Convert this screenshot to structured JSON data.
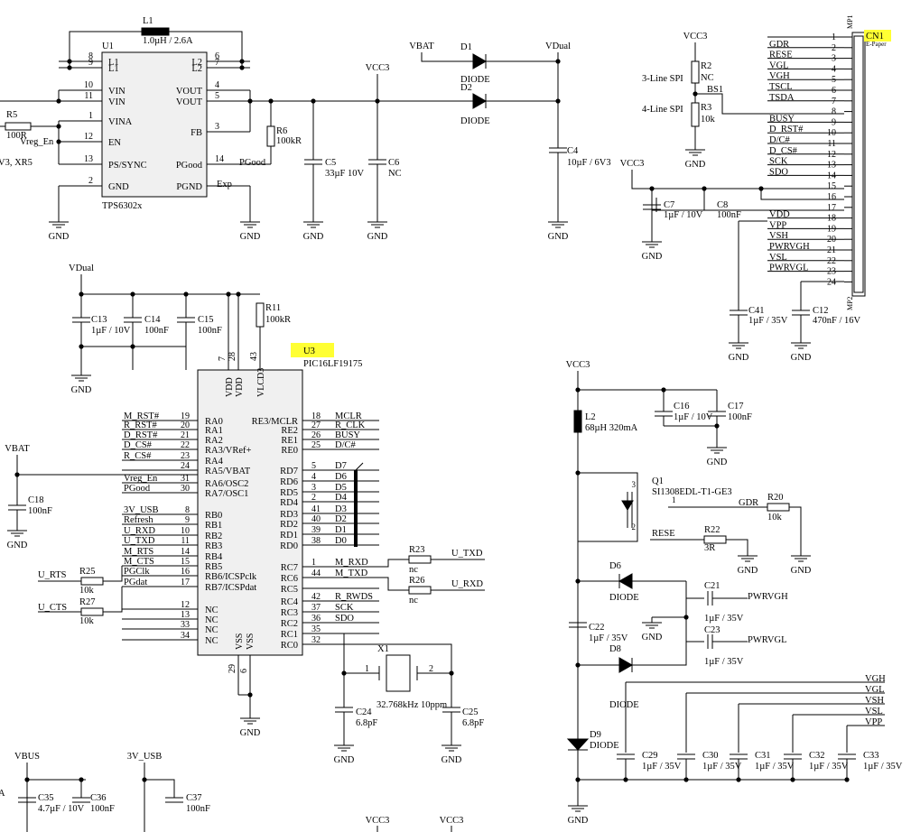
{
  "colors": {
    "highlight": "#ffff33",
    "chip_fill": "#f0f0f0",
    "wire": "#000000"
  },
  "u1": {
    "ref": "U1",
    "part": "TPS6302x",
    "inductor": "L1",
    "inductor_value": "1.0µH / 2.6A",
    "pins_left": [
      {
        "num": "8",
        "name": "L1"
      },
      {
        "num": "9",
        "name": "L1"
      },
      {
        "num": "10",
        "name": "VIN"
      },
      {
        "num": "11",
        "name": "VIN"
      },
      {
        "num": "1",
        "name": "VINA"
      },
      {
        "num": "12",
        "name": "EN"
      },
      {
        "num": "13",
        "name": "PS/SYNC"
      },
      {
        "num": "2",
        "name": "GND"
      }
    ],
    "pins_right": [
      {
        "num": "6",
        "name": "L2"
      },
      {
        "num": "7",
        "name": "L2"
      },
      {
        "num": "4",
        "name": "VOUT"
      },
      {
        "num": "5",
        "name": "VOUT"
      },
      {
        "num": "3",
        "name": "FB"
      },
      {
        "num": "14",
        "name": "PGood"
      },
      {
        "num": "",
        "name": "PGND"
      }
    ],
    "exp_label": "Exp",
    "pgood_net": "PGood",
    "vreg_en_net": "Vreg_En",
    "edge_text": "V3, XR5"
  },
  "power": {
    "r5": {
      "ref": "R5",
      "value": "100R"
    },
    "r6": {
      "ref": "R6",
      "value": "100kR"
    },
    "c5": {
      "ref": "C5",
      "value": "33µF 10V"
    },
    "c6": {
      "ref": "C6",
      "value": "NC"
    },
    "d1": {
      "ref": "D1",
      "value": "DIODE"
    },
    "d2": {
      "ref": "D2",
      "value": "DIODE"
    },
    "c4": {
      "ref": "C4",
      "value": "10µF / 6V3"
    },
    "vbat": "VBAT",
    "vcc3": "VCC3",
    "vdual": "VDual",
    "gnd": "GND"
  },
  "spi": {
    "vcc3": "VCC3",
    "r2": {
      "ref": "R2",
      "value": "NC"
    },
    "r3": {
      "ref": "R3",
      "value": "10k"
    },
    "bs1": "BS1",
    "label3": "3-Line SPI",
    "label4": "4-Line SPI",
    "gnd": "GND"
  },
  "cn1": {
    "ref": "CN1",
    "type": "E-Paper",
    "mp1": "MP1",
    "mp2": "MP2",
    "pins": [
      {
        "num": "1",
        "net": ""
      },
      {
        "num": "2",
        "net": "GDR"
      },
      {
        "num": "3",
        "net": "RESE"
      },
      {
        "num": "4",
        "net": "VGL"
      },
      {
        "num": "5",
        "net": "VGH"
      },
      {
        "num": "6",
        "net": "TSCL"
      },
      {
        "num": "7",
        "net": "TSDA"
      },
      {
        "num": "8",
        "net": ""
      },
      {
        "num": "9",
        "net": "BUSY"
      },
      {
        "num": "10",
        "net": "D_RST#"
      },
      {
        "num": "11",
        "net": "D/C#"
      },
      {
        "num": "12",
        "net": "D_CS#"
      },
      {
        "num": "13",
        "net": "SCK"
      },
      {
        "num": "14",
        "net": "SDO"
      },
      {
        "num": "15",
        "net": ""
      },
      {
        "num": "16",
        "net": ""
      },
      {
        "num": "17",
        "net": ""
      },
      {
        "num": "18",
        "net": "VDD"
      },
      {
        "num": "19",
        "net": "VPP"
      },
      {
        "num": "20",
        "net": "VSH"
      },
      {
        "num": "21",
        "net": "PWRVGH"
      },
      {
        "num": "22",
        "net": "VSL"
      },
      {
        "num": "23",
        "net": "PWRVGL"
      },
      {
        "num": "24",
        "net": ""
      }
    ],
    "vcc3": "VCC3",
    "c7": {
      "ref": "C7",
      "value": "1µF / 10V"
    },
    "c8": {
      "ref": "C8",
      "value": "100nF"
    },
    "c41": {
      "ref": "C41",
      "value": "1µF / 35V"
    },
    "c12": {
      "ref": "C12",
      "value": "470nF / 16V"
    }
  },
  "u3": {
    "ref": "U3",
    "part": "PIC16LF19175",
    "vdual": "VDual",
    "c13": {
      "ref": "C13",
      "value": "1µF / 10V"
    },
    "c14": {
      "ref": "C14",
      "value": "100nF"
    },
    "c15": {
      "ref": "C15",
      "value": "100nF"
    },
    "r11": {
      "ref": "R11",
      "value": "100kR"
    },
    "top_pins": [
      {
        "num": "7",
        "name": "VDD"
      },
      {
        "num": "28",
        "name": "VDD"
      },
      {
        "num": "43",
        "name": "VLCD3"
      }
    ],
    "left_pins": [
      {
        "net": "M_RST#",
        "num": "19",
        "name": "RA0"
      },
      {
        "net": "R_RST#",
        "num": "20",
        "name": "RA1"
      },
      {
        "net": "D_RST#",
        "num": "21",
        "name": "RA2"
      },
      {
        "net": "D_CS#",
        "num": "22",
        "name": "RA3/VRef+"
      },
      {
        "net": "R_CS#",
        "num": "23",
        "name": "RA4"
      },
      {
        "net": "",
        "num": "24",
        "name": "RA5/VBAT"
      },
      {
        "net": "Vreg_En",
        "num": "31",
        "name": "RA6/OSC2"
      },
      {
        "net": "PGood",
        "num": "30",
        "name": "RA7/OSC1"
      },
      {
        "net": "3V_USB",
        "num": "8",
        "name": "RB0"
      },
      {
        "net": "Refresh",
        "num": "9",
        "name": "RB1"
      },
      {
        "net": "U_RXD",
        "num": "10",
        "name": "RB2"
      },
      {
        "net": "U_TXD",
        "num": "11",
        "name": "RB3"
      },
      {
        "net": "M_RTS",
        "num": "14",
        "name": "RB4"
      },
      {
        "net": "M_CTS",
        "num": "15",
        "name": "RB5"
      },
      {
        "net": "PGClk",
        "num": "16",
        "name": "RB6/ICSPclk"
      },
      {
        "net": "PGdat",
        "num": "17",
        "name": "RB7/ICSPdat"
      },
      {
        "net": "",
        "num": "12",
        "name": "NC"
      },
      {
        "net": "",
        "num": "13",
        "name": "NC"
      },
      {
        "net": "",
        "num": "33",
        "name": "NC"
      },
      {
        "net": "",
        "num": "34",
        "name": "NC"
      }
    ],
    "right_pins": [
      {
        "name": "RE3/MCLR",
        "num": "18",
        "net": "MCLR"
      },
      {
        "name": "RE2",
        "num": "27",
        "net": "R_CLK"
      },
      {
        "name": "RE1",
        "num": "26",
        "net": "BUSY"
      },
      {
        "name": "RE0",
        "num": "25",
        "net": "D/C#"
      },
      {
        "name": "RD7",
        "num": "5",
        "net": "D7"
      },
      {
        "name": "RD6",
        "num": "4",
        "net": "D6"
      },
      {
        "name": "RD5",
        "num": "3",
        "net": "D5"
      },
      {
        "name": "RD4",
        "num": "2",
        "net": "D4"
      },
      {
        "name": "RD3",
        "num": "41",
        "net": "D3"
      },
      {
        "name": "RD2",
        "num": "40",
        "net": "D2"
      },
      {
        "name": "RD1",
        "num": "39",
        "net": "D1"
      },
      {
        "name": "RD0",
        "num": "38",
        "net": "D0"
      },
      {
        "name": "RC7",
        "num": "1",
        "net": "M_RXD"
      },
      {
        "name": "RC6",
        "num": "44",
        "net": "M_TXD"
      },
      {
        "name": "RC5",
        "num": "",
        "net": ""
      },
      {
        "name": "RC4",
        "num": "42",
        "net": "R_RWDS"
      },
      {
        "name": "RC3",
        "num": "37",
        "net": "SCK"
      },
      {
        "name": "RC2",
        "num": "36",
        "net": "SDO"
      },
      {
        "name": "RC1",
        "num": "35",
        "net": ""
      },
      {
        "name": "RC0",
        "num": "32",
        "net": ""
      }
    ],
    "bottom_pins": [
      {
        "num": "29",
        "name": "VSS"
      },
      {
        "num": "6",
        "name": "VSS"
      }
    ],
    "vbat": "VBAT",
    "c18": {
      "ref": "C18",
      "value": "100nF"
    },
    "r23": {
      "ref": "R23",
      "value": "nc",
      "net": "U_TXD"
    },
    "r26": {
      "ref": "R26",
      "value": "nc",
      "net": "U_RXD"
    },
    "r25": {
      "ref": "R25",
      "value": "10k",
      "net": "U_RTS"
    },
    "r27": {
      "ref": "R27",
      "value": "10k",
      "net": "U_CTS"
    },
    "x1": {
      "ref": "X1",
      "value": "32.768kHz 10ppm",
      "pin1": "1",
      "pin2": "2"
    },
    "c24": {
      "ref": "C24",
      "value": "6.8pF"
    },
    "c25": {
      "ref": "C25",
      "value": "6.8pF"
    },
    "gnd": "GND"
  },
  "hv": {
    "vcc3": "VCC3",
    "l2": {
      "ref": "L2",
      "value": "68µH 320mA"
    },
    "c16": {
      "ref": "C16",
      "value": "1µF / 10V"
    },
    "c17": {
      "ref": "C17",
      "value": "100nF"
    },
    "q1": {
      "ref": "Q1",
      "part": "SI1308EDL-T1-GE3",
      "pin1": "1",
      "pin2": "2",
      "pin3": "3"
    },
    "gdr": "GDR",
    "r20": {
      "ref": "R20",
      "value": "10k"
    },
    "rese": "RESE",
    "r22": {
      "ref": "R22",
      "value": "3R"
    },
    "d6": {
      "ref": "D6",
      "value": "DIODE"
    },
    "d8": {
      "ref": "D8",
      "value": "DIODE"
    },
    "d9": {
      "ref": "D9",
      "value": "DIODE"
    },
    "diode_text": "DIODE",
    "c21": {
      "ref": "C21",
      "value": "1µF / 35V"
    },
    "c22": {
      "ref": "C22",
      "value": "1µF / 35V"
    },
    "c23": {
      "ref": "C23",
      "value": "1µF / 35V"
    },
    "pwrvgh": "PWRVGH",
    "pwrvgl": "PWRVGL",
    "rails": [
      "VGH",
      "VGL",
      "VSH",
      "VSL",
      "VPP"
    ],
    "caps": [
      {
        "ref": "C29",
        "value": "1µF / 35V"
      },
      {
        "ref": "C30",
        "value": "1µF / 35V"
      },
      {
        "ref": "C31",
        "value": "1µF / 35V"
      },
      {
        "ref": "C32",
        "value": "1µF / 35V"
      },
      {
        "ref": "C33",
        "value": "1µF / 35V"
      }
    ],
    "gnd": "GND"
  },
  "bottom": {
    "vbus": "VBUS",
    "usb3v": "3V_USB",
    "edge_a": "A",
    "c35": {
      "ref": "C35",
      "value": "4.7µF / 10V"
    },
    "c36": {
      "ref": "C36",
      "value": "100nF"
    },
    "c37": {
      "ref": "C37",
      "value": "100nF"
    },
    "vcc3a": "VCC3",
    "vcc3b": "VCC3"
  }
}
